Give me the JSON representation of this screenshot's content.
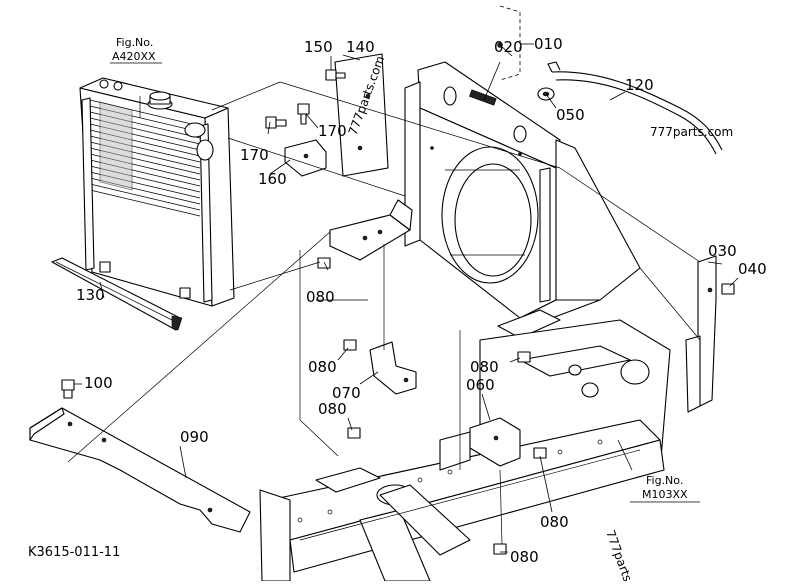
{
  "diagram": {
    "code": "K3615-011-11",
    "fig_refs": [
      {
        "prefix": "Fig.No.",
        "number": "A420XX"
      },
      {
        "prefix": "Fig.No.",
        "number": "M103XX"
      }
    ],
    "watermarks": [
      "777parts.com",
      "777parts.com",
      "777parts"
    ],
    "callouts": [
      "010",
      "020",
      "030",
      "040",
      "050",
      "060",
      "070",
      "080",
      "080",
      "080",
      "080",
      "080",
      "080",
      "090",
      "100",
      "120",
      "130",
      "140",
      "150",
      "160",
      "170",
      "170"
    ]
  }
}
